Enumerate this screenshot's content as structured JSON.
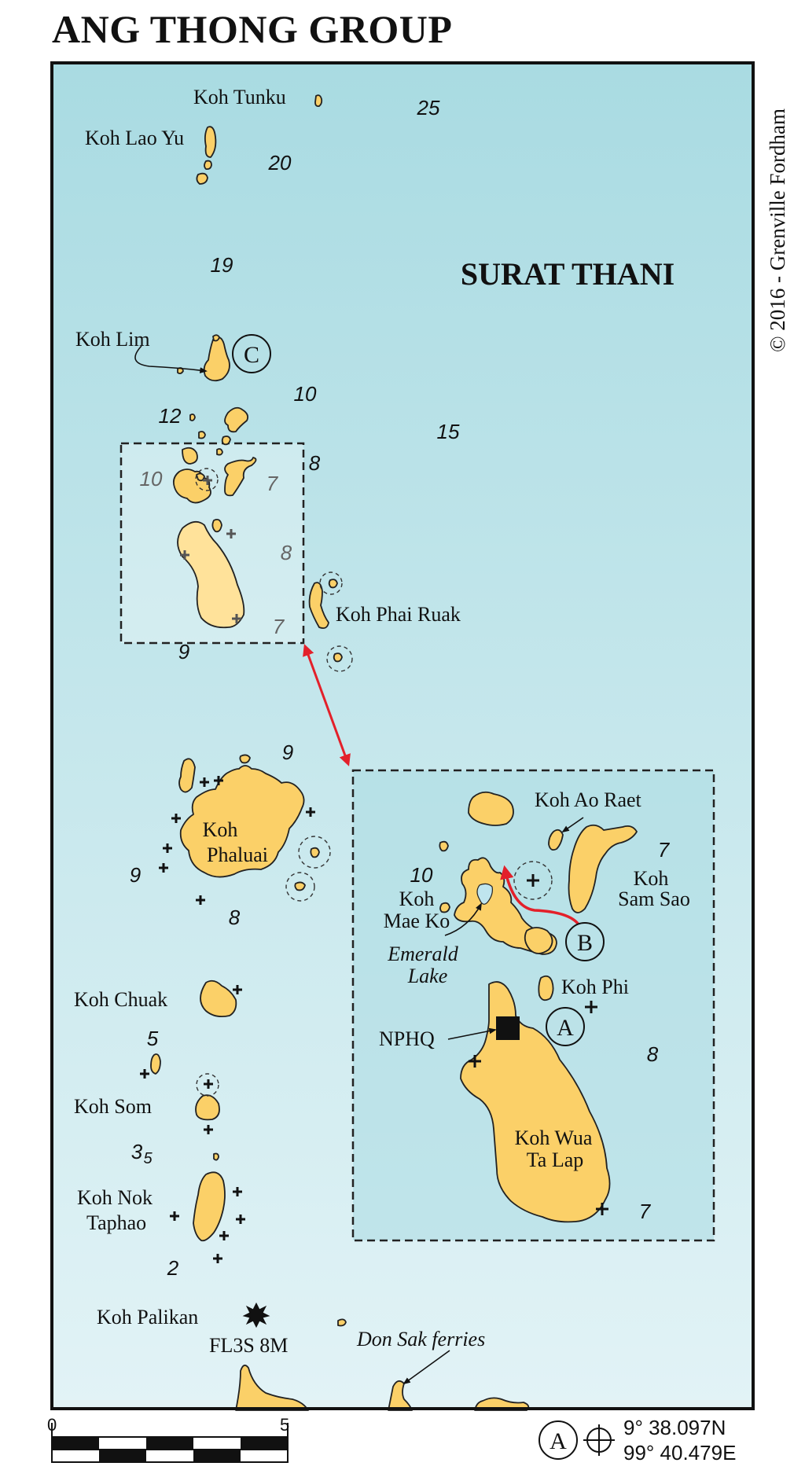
{
  "title": "ANG THONG GROUP",
  "copyright": "© 2016 - Grenville Fordham",
  "region_label": "SURAT THANI",
  "colors": {
    "sea_top": "#a9dbe2",
    "sea_bottom": "#ddf0f4",
    "land": "#fbd068",
    "land_outline": "#222222",
    "route_arrow": "#e3202a",
    "lake": "#bfe5ee"
  },
  "place_labels": {
    "koh_tunku": "Koh Tunku",
    "koh_lao_yu": "Koh Lao Yu",
    "koh_lim": "Koh Lim",
    "koh_phai_ruak": "Koh Phai Ruak",
    "koh_phaluai_1": "Koh",
    "koh_phaluai_2": "Phaluai",
    "koh_chuak": "Koh Chuak",
    "koh_som": "Koh Som",
    "koh_nok_taphao_1": "Koh Nok",
    "koh_nok_taphao_2": "Taphao",
    "koh_palikan": "Koh Palikan",
    "light": "FL3S 8M",
    "don_sak": "Don Sak ferries",
    "koh_ao_raet": "Koh Ao Raet",
    "koh_sam_sao_1": "Koh",
    "koh_sam_sao_2": "Sam Sao",
    "koh_mae_ko_1": "Koh",
    "koh_mae_ko_2": "Mae Ko",
    "emerald_lake_1": "Emerald",
    "emerald_lake_2": "Lake",
    "koh_phi": "Koh Phi",
    "npHQ": "NPHQ",
    "koh_wua_ta_lap_1": "Koh Wua",
    "koh_wua_ta_lap_2": "Ta Lap"
  },
  "anchorages": {
    "a": "A",
    "b": "B",
    "c": "C"
  },
  "depths": {
    "d25": "25",
    "d20": "20",
    "d19": "19",
    "d10a": "10",
    "d12": "12",
    "d15": "15",
    "d8a": "8",
    "d10b": "10",
    "d7a": "7",
    "d8b": "8",
    "d7b": "7",
    "d9a": "9",
    "d9b": "9",
    "d9c": "9",
    "d8c": "8",
    "d10c": "10",
    "d7c": "7",
    "d8d": "8",
    "d7d": "7",
    "d5": "5",
    "d3": "3",
    "d3sub": "5",
    "d2": "2"
  },
  "scale": {
    "start": "0",
    "end": "5"
  },
  "position_legend": {
    "marker": "A",
    "lat": "9° 38.097N",
    "lon": "99° 40.479E"
  }
}
